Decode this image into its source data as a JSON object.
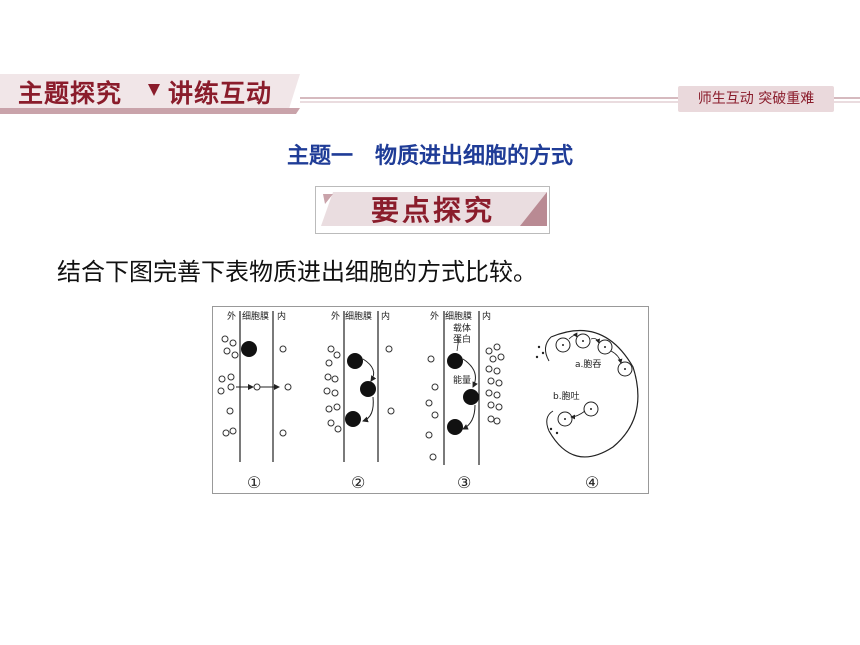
{
  "header": {
    "title_left": "主题探究",
    "title_right": "讲练互动",
    "tag": "师生互动  突破重难"
  },
  "topic_title": "主题一　物质进出细胞的方式",
  "section_badge": "要点探究",
  "intro_text": "结合下图完善下表物质进出细胞的方式比较。",
  "figure": {
    "outside": "外",
    "membrane": "细胞膜",
    "inside": "内",
    "carrier_protein": "载体蛋白",
    "energy": "能量",
    "endocytosis": "a.胞吞",
    "exocytosis": "b.胞吐",
    "panels": [
      "①",
      "②",
      "③",
      "④"
    ]
  },
  "colors": {
    "accent": "#8a1c2b",
    "topic": "#1f3c97",
    "tag_bg": "#ead9dc"
  }
}
